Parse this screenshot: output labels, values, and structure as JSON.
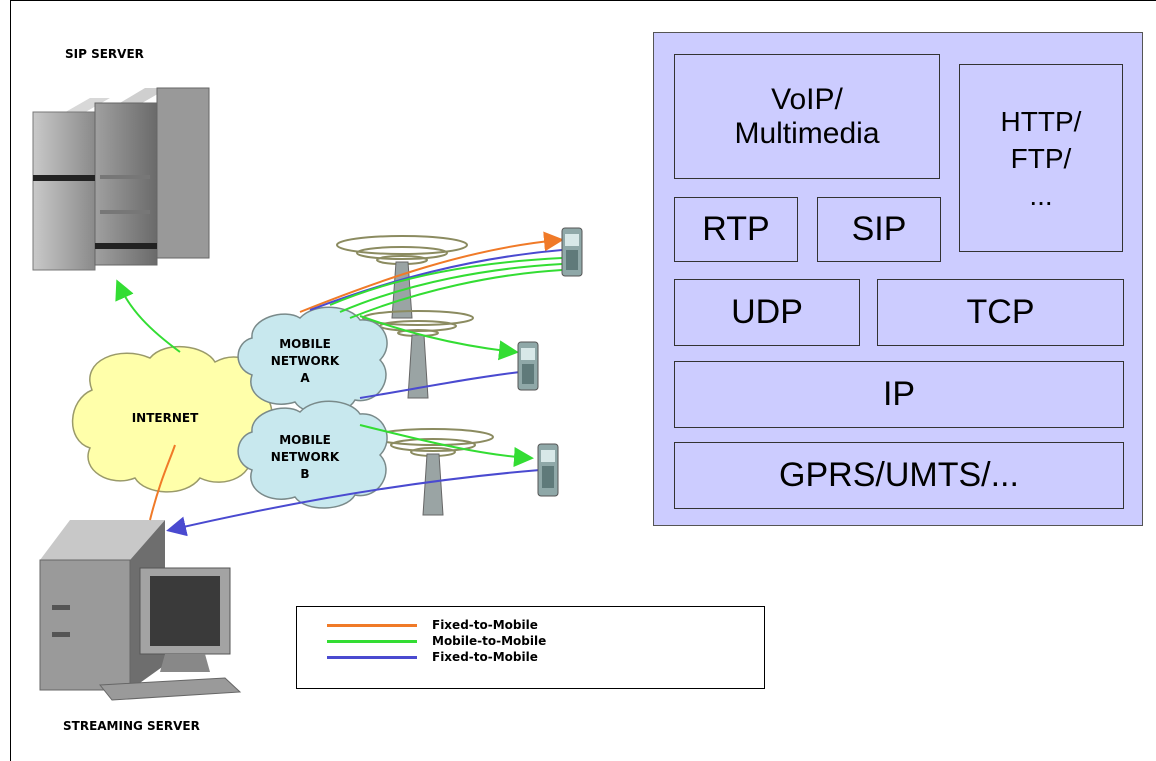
{
  "labels": {
    "sip_server": "SIP SERVER",
    "streaming_server": "STREAMING SERVER",
    "internet": "INTERNET",
    "mobile_network_a": "MOBILE\nNETWORK\nA",
    "mobile_network_b": "MOBILE\nNETWORK\nB"
  },
  "legend": [
    {
      "label": "Fixed-to-Mobile",
      "color": "#f07a28"
    },
    {
      "label": "Mobile-to-Mobile",
      "color": "#33dd33"
    },
    {
      "label": "Fixed-to-Mobile",
      "color": "#4a4ad0"
    }
  ],
  "protocol_stack": {
    "voip": "VoIP/\nMultimedia",
    "http": "HTTP/\nFTP/\n...",
    "rtp": "RTP",
    "sip": "SIP",
    "udp": "UDP",
    "tcp": "TCP",
    "ip": "IP",
    "gprs": "GPRS/UMTS/..."
  },
  "colors": {
    "stack_background": "#ccccff",
    "cloud_internet": "#ffffaa",
    "cloud_mobile": "#c8e8ee",
    "orange": "#f07a28",
    "green": "#33dd33",
    "blue": "#4a4ad0"
  },
  "icons": [
    "server-icon",
    "desktop-computer-icon",
    "cell-tower-icon",
    "mobile-phone-icon",
    "cloud-icon"
  ]
}
